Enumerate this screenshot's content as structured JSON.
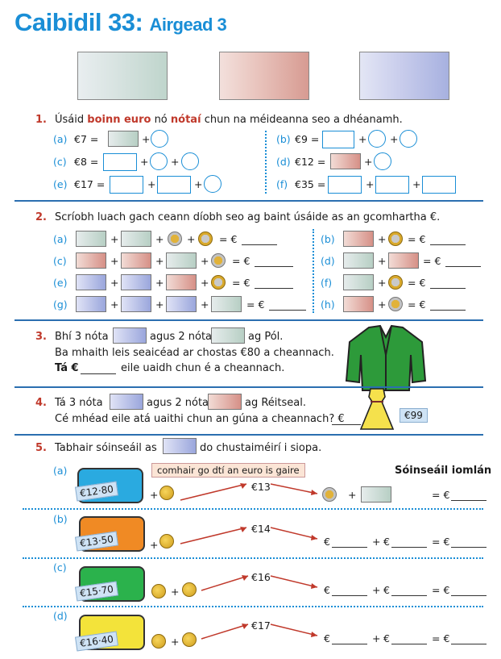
{
  "title": {
    "main": "Caibidil 33:",
    "sub": "Airgead 3"
  },
  "q1": {
    "num": "1.",
    "text_a": "Úsáid",
    "text_b": "boinn euro",
    "text_c": "nó",
    "text_d": "nótaí",
    "text_e": "chun na méideanna seo a dhéanamh.",
    "items": [
      {
        "label": "(a)",
        "amount": "€7 ="
      },
      {
        "label": "(b)",
        "amount": "€9 ="
      },
      {
        "label": "(c)",
        "amount": "€8 ="
      },
      {
        "label": "(d)",
        "amount": "€12 ="
      },
      {
        "label": "(e)",
        "amount": "€17 ="
      },
      {
        "label": "(f)",
        "amount": "€35 ="
      }
    ]
  },
  "q2": {
    "num": "2.",
    "text": "Scríobh luach gach ceann díobh seo ag baint úsáide as an gcomhartha €.",
    "labels": [
      "(a)",
      "(b)",
      "(c)",
      "(d)",
      "(e)",
      "(f)",
      "(g)",
      "(h)"
    ],
    "eq": "= €"
  },
  "q3": {
    "num": "3.",
    "line1_a": "Bhí 3 nóta",
    "line1_b": "agus 2 nóta",
    "line1_c": "ag Pól.",
    "line2": "Ba mhaith leis seaicéad ar chostas €80 a cheannach.",
    "line3_a": "Tá €",
    "line3_b": "eile uaidh chun é a cheannach."
  },
  "q4": {
    "num": "4.",
    "line1_a": "Tá 3 nóta",
    "line1_b": "agus 2 nóta",
    "line1_c": "ag Réitseal.",
    "line2": "Cé mhéad eile atá uaithi chun an gúna a cheannach? €",
    "price": "€99"
  },
  "q5": {
    "num": "5.",
    "text_a": "Tabhair sóinseáil as",
    "text_b": "do chustaiméirí i siopa.",
    "hint": "comhair go dtí an euro is gaire",
    "total_header": "Sóinseáil iomlán",
    "rows": [
      {
        "label": "(a)",
        "price": "€12·80",
        "target": "€13"
      },
      {
        "label": "(b)",
        "price": "€13·50",
        "target": "€14"
      },
      {
        "label": "(c)",
        "price": "€15·70",
        "target": "€16"
      },
      {
        "label": "(d)",
        "price": "€16·40",
        "target": "€17"
      }
    ],
    "plus": "+",
    "euro": "€",
    "eq": "= €"
  },
  "colors": {
    "accent": "#1a8ed6",
    "rule": "#2b6fb0",
    "red": "#c0392b"
  }
}
